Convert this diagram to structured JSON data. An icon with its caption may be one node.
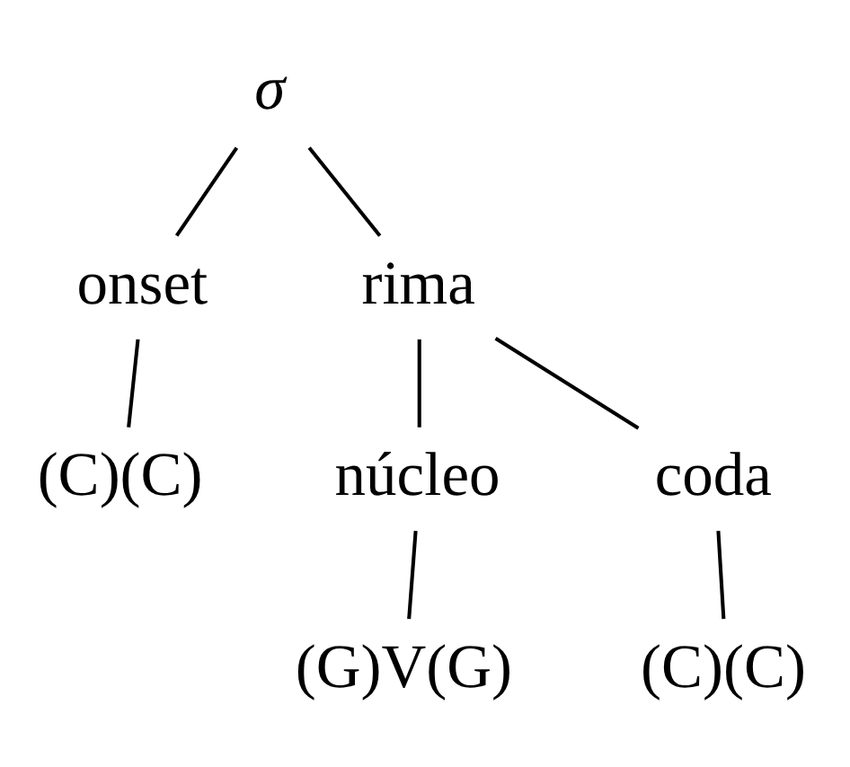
{
  "diagram": {
    "nodes": [
      {
        "text": [
          "σ"
        ]
      },
      {
        "text": [
          "onset"
        ]
      },
      {
        "text": [
          "rima"
        ]
      },
      {
        "text": [
          "(C)(C)"
        ]
      },
      {
        "text": [
          "núcleo"
        ]
      },
      {
        "text": [
          "coda"
        ]
      },
      {
        "text": [
          "(G)V(G)"
        ]
      },
      {
        "text": [
          "(C)(C)"
        ]
      }
    ],
    "edges": [
      {
        "from": 0,
        "to": 1,
        "arrow": "none"
      },
      {
        "from": 0,
        "to": 2,
        "arrow": "none"
      },
      {
        "from": 1,
        "to": 3,
        "arrow": "none"
      },
      {
        "from": 2,
        "to": 4,
        "arrow": "none"
      },
      {
        "from": 2,
        "to": 5,
        "arrow": "none"
      },
      {
        "from": 4,
        "to": 6,
        "arrow": "none"
      },
      {
        "from": 5,
        "to": 7,
        "arrow": "none"
      }
    ]
  }
}
